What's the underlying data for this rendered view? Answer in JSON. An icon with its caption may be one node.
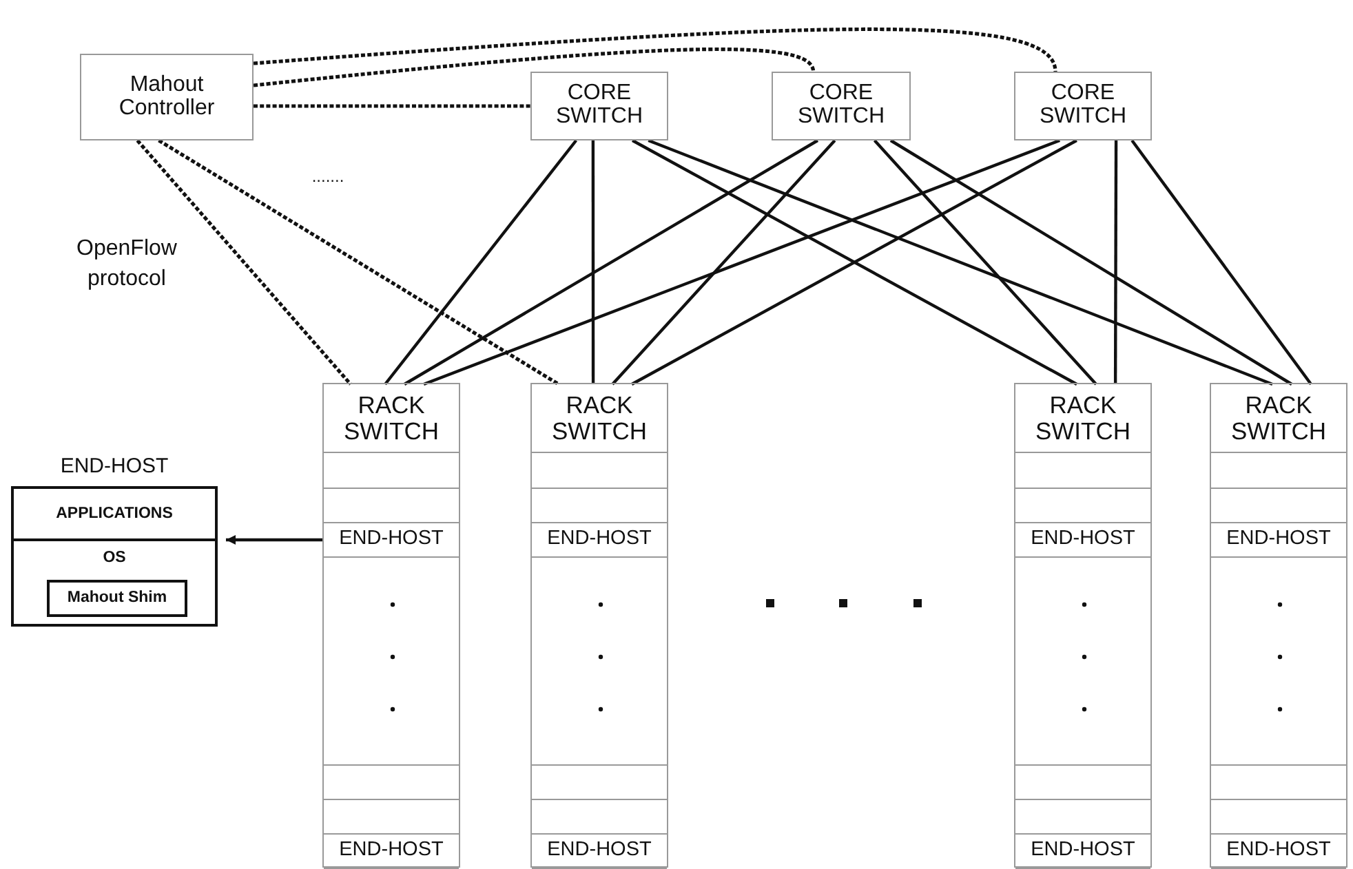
{
  "diagram": {
    "nodes": [
      {
        "text": [
          "Mahout Controller"
        ]
      },
      {
        "text": [
          "CORE SWITCH"
        ]
      },
      {
        "text": [
          "CORE SWITCH"
        ]
      },
      {
        "text": [
          "CORE SWITCH"
        ]
      },
      {
        "text": [],
        "shape": "box"
      },
      {
        "text": [
          "RACK SWITCH"
        ],
        "in": 4
      },
      {
        "text": [
          "END-HOST"
        ],
        "in": 4
      },
      {
        "text": [
          "END-HOST"
        ],
        "in": 4
      },
      {
        "text": [],
        "shape": "box"
      },
      {
        "text": [
          "RACK SWITCH"
        ],
        "in": 8
      },
      {
        "text": [
          "END-HOST"
        ],
        "in": 8
      },
      {
        "text": [
          "END-HOST"
        ],
        "in": 8
      },
      {
        "text": [],
        "shape": "box"
      },
      {
        "text": [
          "RACK SWITCH"
        ],
        "in": 12
      },
      {
        "text": [
          "END-HOST"
        ],
        "in": 12
      },
      {
        "text": [
          "END-HOST"
        ],
        "in": 12
      },
      {
        "text": [],
        "shape": "box"
      },
      {
        "text": [
          "RACK SWITCH"
        ],
        "in": 16
      },
      {
        "text": [
          "END-HOST"
        ],
        "in": 16
      },
      {
        "text": [
          "END-HOST"
        ],
        "in": 16
      },
      {
        "text": [
          "END-HOST"
        ]
      },
      {
        "text": [
          "APPLICATIONS"
        ],
        "in": 20
      },
      {
        "text": [
          "OS"
        ],
        "in": 20
      },
      {
        "text": [
          "Mahout Shim"
        ],
        "in": 22
      }
    ],
    "edges": [
      {
        "from": 0,
        "to": 1,
        "arrow": "none",
        "style": "dashed"
      },
      {
        "from": 0,
        "to": 2,
        "arrow": "none",
        "style": "dashed"
      },
      {
        "from": 0,
        "to": 3,
        "arrow": "none",
        "style": "dashed"
      },
      {
        "from": 0,
        "to": 5,
        "arrow": "none",
        "style": "dashed"
      },
      {
        "from": 0,
        "to": 9,
        "arrow": "none",
        "style": "dashed"
      },
      {
        "from": 1,
        "to": 5,
        "arrow": "none"
      },
      {
        "from": 1,
        "to": 9,
        "arrow": "none"
      },
      {
        "from": 1,
        "to": 13,
        "arrow": "none"
      },
      {
        "from": 1,
        "to": 17,
        "arrow": "none"
      },
      {
        "from": 2,
        "to": 5,
        "arrow": "none"
      },
      {
        "from": 2,
        "to": 9,
        "arrow": "none"
      },
      {
        "from": 2,
        "to": 13,
        "arrow": "none"
      },
      {
        "from": 2,
        "to": 17,
        "arrow": "none"
      },
      {
        "from": 3,
        "to": 5,
        "arrow": "none"
      },
      {
        "from": 3,
        "to": 9,
        "arrow": "none"
      },
      {
        "from": 3,
        "to": 13,
        "arrow": "none"
      },
      {
        "from": 3,
        "to": 17,
        "arrow": "none"
      },
      {
        "from": 6,
        "to": 20,
        "arrow": "to"
      }
    ],
    "labels": [
      "OpenFlow protocol",
      "......."
    ]
  }
}
